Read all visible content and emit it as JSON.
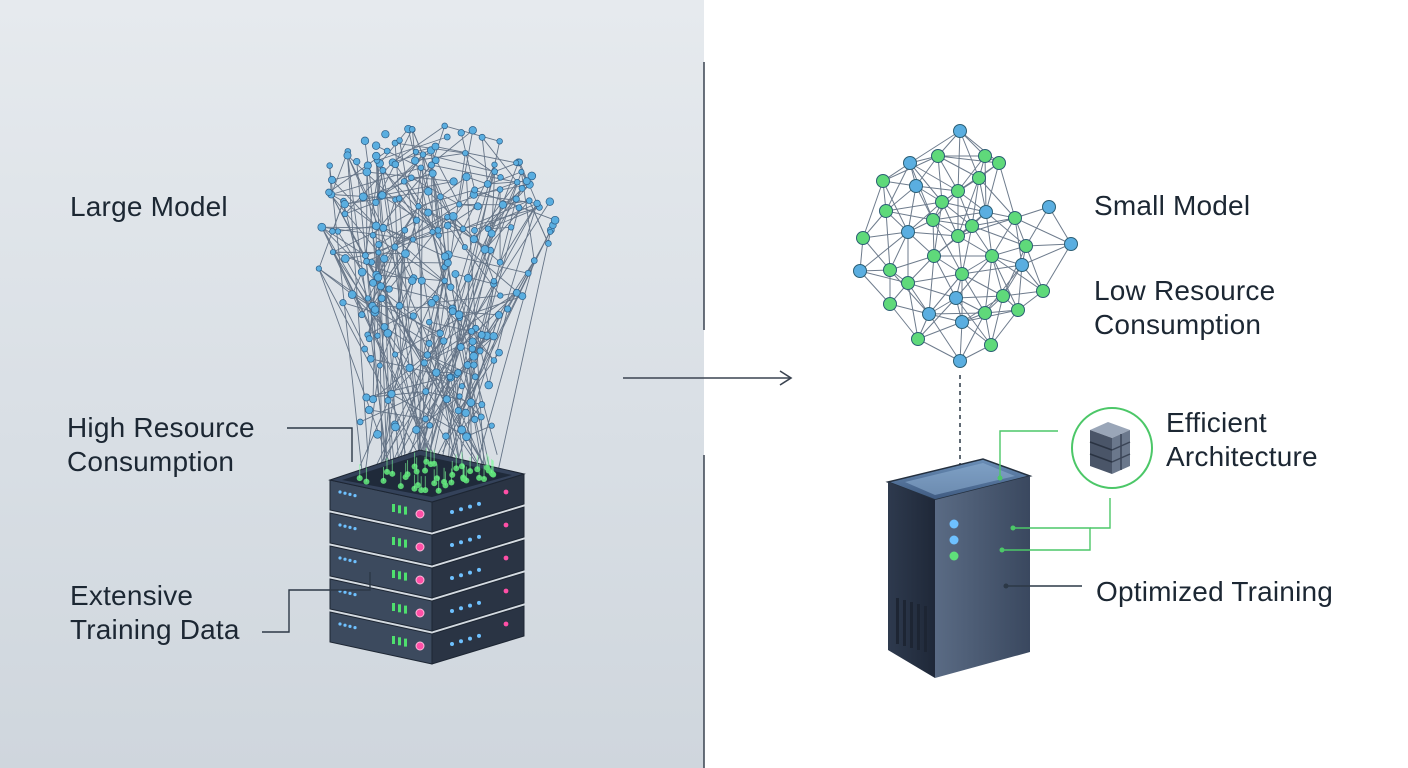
{
  "left": {
    "title": "Large Model",
    "resource": [
      "High Resource",
      "Consumption"
    ],
    "data": [
      "Extensive",
      "Training Data"
    ]
  },
  "right": {
    "title": "Small Model",
    "resource": [
      "Low Resource",
      "Consumption"
    ],
    "architecture": [
      "Efficient",
      "Architecture"
    ],
    "training": "Optimized Training"
  },
  "colors": {
    "left_bg": "#dde3e8",
    "right_bg": "#ffffff",
    "node_blue": "#5aaee0",
    "node_green": "#5fd97a",
    "server_dark": "#2f3a4c",
    "led_green": "#48e06a",
    "led_pink": "#ff4fa6",
    "accent_line": "#3fc45a"
  },
  "icons": [
    "large-neural-network",
    "server-rack",
    "small-neural-network",
    "server-tower",
    "stack-of-blocks-icon",
    "arrow-right-icon"
  ]
}
